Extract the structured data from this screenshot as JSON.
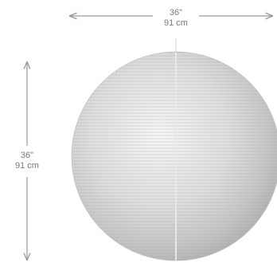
{
  "dimensions": {
    "width": {
      "inches": "36\"",
      "cm": "91 cm"
    },
    "height": {
      "inches": "36\"",
      "cm": "91 cm"
    }
  },
  "colors": {
    "arrow": "#9a9a9a",
    "label": "#7a7a7a",
    "sphere_highlight": "#f6f6f6",
    "sphere_mid": "#dcdcdc",
    "sphere_shadow": "#b4b4b4"
  },
  "icons": {
    "object": "paper-lantern-sphere-icon"
  }
}
